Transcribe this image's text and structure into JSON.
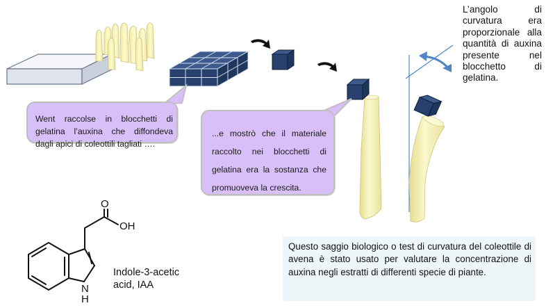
{
  "angle_text": "L’angolo di curvatura era proporzionale alla quantità di auxina presente nel blocchetto di gelatina.",
  "bubble_went": "Went raccolse in blocchetti di gelatina l’auxina che diffondeva dagli apici di coleottili tagliati ….",
  "bubble_mostro": "...e mostrò che il materiale raccolto nei blocchetti di gelatina era la sostanza che promuoveva la crescita.",
  "bioassay_text": "Questo saggio biologico o test di curvatura del coleottile di avena è stato usato per valutare la concentrazione di auxina negli estratti di differenti specie di piante.",
  "molecule": {
    "oh_label": "OH",
    "o_label": "O",
    "nh_label": "N\nH",
    "name_line1": "Indole-3-acetic",
    "name_line2": "acid, IAA"
  },
  "colors": {
    "bubble_fill": "#d9bff7",
    "gel_block": "#2f4a7a",
    "coleoptile": "#f4f1b4",
    "arrow": "#4f86c6",
    "note_fill": "#eef6f9"
  }
}
